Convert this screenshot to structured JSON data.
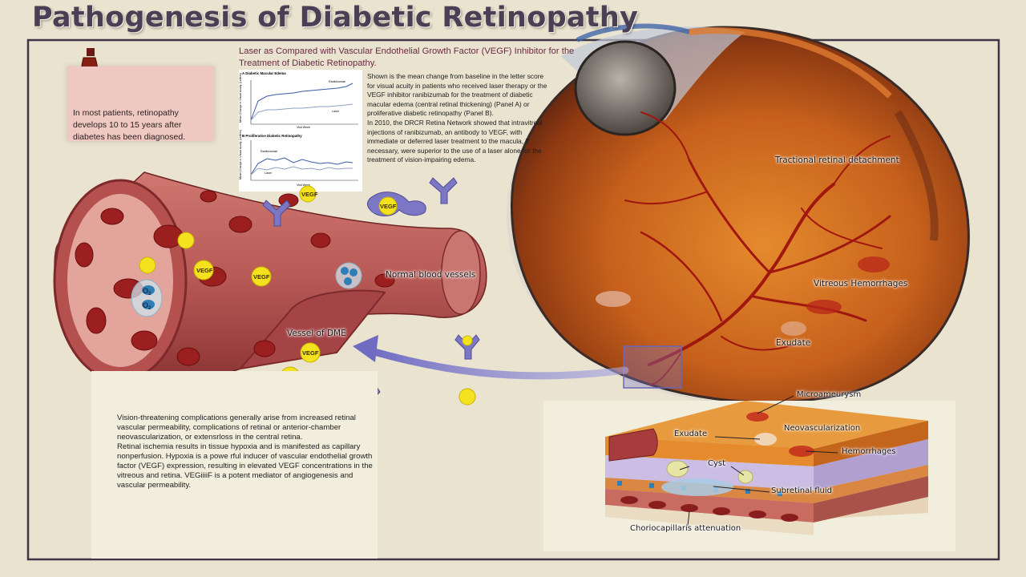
{
  "title": "Pathogenesis of Diabetic Retinopathy",
  "sugar_note": "In most patients, retinopathy develops 10 to 15 years after diabetes has been diagnosed.",
  "study": {
    "title": "Laser as Compared with Vascular Endothelial Growth Factor (VEGF) Inhibitor for the Treatment of Diabetic Retinopathy.",
    "paragraphs": [
      "Shown is the mean change from baseline in the letter score for visual acuity in patients who received laser therapy or the VEGF inhibitor ranibizumab for the treatment of diabetic macular edema (central retinal thickening) (Panel A) or proliferative diabetic retinopathy (Panel B).",
      "In 2010, the DRCR Retina Network showed that intravitreal injections of ranibizumab, an antibody to VEGF, with immediate or deferred laser treatment to the macula, if necessary, were superior to the use of a laser alone for the treatment of vision-impairing edema."
    ],
    "panel_a": {
      "title": "A   Diabetic Macular Edema",
      "ylabel": "Mean Change in Visual Acuity (Letters)",
      "xlabel": "Visit Week",
      "series_top": "Ranibizumab",
      "series_bottom": "Laser"
    },
    "panel_b": {
      "title": "B   Proliferative Diabetic Retinopathy",
      "ylabel": "Mean Change in Visual Acuity (Letters)",
      "xlabel": "Visit Week",
      "series_top": "Ranibizumab",
      "series_bottom": "Laser"
    }
  },
  "vessel_labels": {
    "normal": "Normal blood vessels",
    "dme": "Vessel of DME",
    "vegf": "VEGF",
    "o2": "O",
    "o2_sub": "2"
  },
  "eye_labels": {
    "tractional": "Tractional retinal detachment",
    "vitreous": "Vitreous Hemorrhages",
    "exudate": "Exudate"
  },
  "inset_labels": {
    "microaneurysm": "Microameurysm",
    "exudate": "Exudate",
    "neovascularization": "Neovascularization",
    "cyst": "Cyst",
    "hemorrhages": "Hemorrhages",
    "subretinal": "Subretinal fluid",
    "choriocapillaris": "Choriocapillaris attenuation"
  },
  "bottom_text": [
    "Vision-threatening complications generally arise from increased retinal vascular permeability, complications of retinal or anterior-chamber neovascularization, or extensrloss in the central retina.",
    " Retinal ischemia results in tissue hypoxia and is manifested as capillary nonperfusion. Hypoxia is a powe rful inducer of vascular endothelial growth factor (VEGF) expression, resulting in elevated VEGF concentrations in the vitreous and retina. VEGiiiiF is a potent mediator of angiogenesis and vascular permeability."
  ],
  "colors": {
    "background": "#e9e3cf",
    "frame": "#3f3546",
    "title": "#4a3f55",
    "vessel": "#b85a56",
    "vessel_dark": "#7e2a2c",
    "blood_cell": "#9c1f1f",
    "vegf": "#f3e21d",
    "antibody": "#7b77c4",
    "retina": "#c9651c",
    "arrow": "#7c78c8"
  },
  "icons": [
    "soda-bottle-icon",
    "cake-icon",
    "figure-icon",
    "antibody-icon",
    "oxygen-bubble-icon"
  ]
}
